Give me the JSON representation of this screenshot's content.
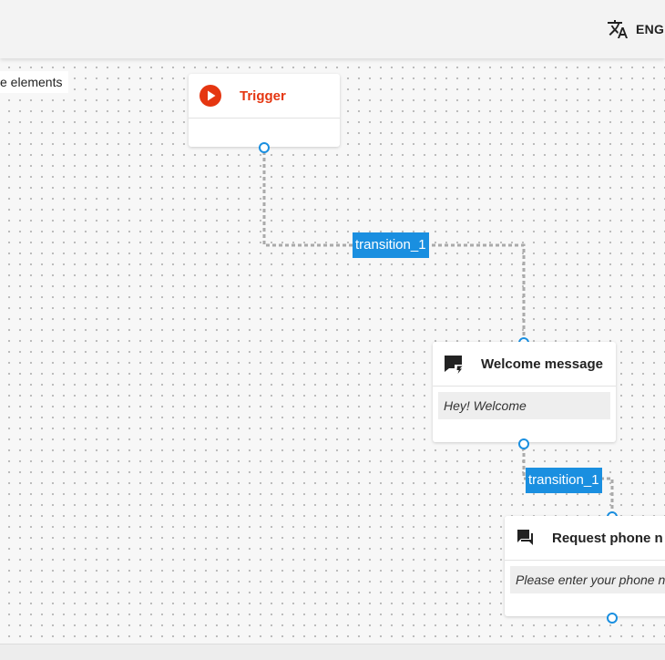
{
  "header": {
    "language_label": "ENGL",
    "language_icon": "translate-icon"
  },
  "canvas": {
    "panel_tag": "e elements",
    "nodes": {
      "trigger": {
        "title": "Trigger",
        "icon": "play-icon",
        "icon_color": "#e53611"
      },
      "welcome": {
        "title": "Welcome message",
        "icon": "chat-quick-icon",
        "message": "Hey! Welcome"
      },
      "request_phone": {
        "title": "Request phone n",
        "icon": "chat-icon",
        "message": "Please enter your phone n"
      }
    },
    "transitions": [
      {
        "label": "transition_1"
      },
      {
        "label": "transition_1"
      }
    ]
  },
  "colors": {
    "accent": "#1a8fe0",
    "trigger": "#e53611",
    "wire": "#aaaaaa"
  }
}
